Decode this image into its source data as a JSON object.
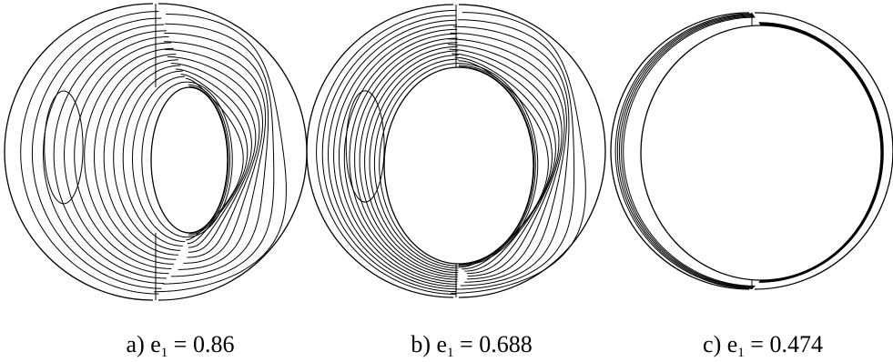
{
  "panels": [
    {
      "id": "a",
      "prefix": "a) e",
      "subscript": "1",
      "equals": " = ",
      "value": "0.86",
      "eccentricity": 0.86
    },
    {
      "id": "b",
      "prefix": "b) e",
      "subscript": "1",
      "equals": " = ",
      "value": "0.688",
      "eccentricity": 0.688
    },
    {
      "id": "c",
      "prefix": "c) e",
      "subscript": "1",
      "equals": " = ",
      "value": "0.474",
      "eccentricity": 0.474
    }
  ],
  "line_color": "#000000"
}
